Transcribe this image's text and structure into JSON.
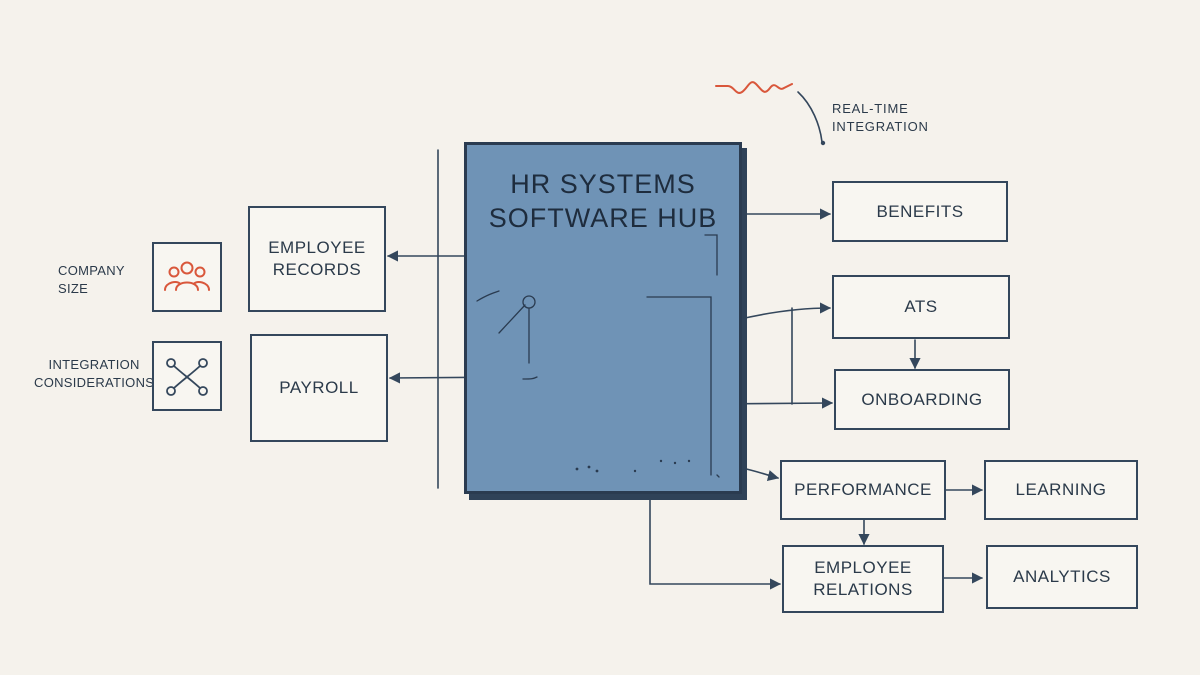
{
  "hub": {
    "title": "HR SYSTEMS\nSOFTWARE HUB"
  },
  "note": {
    "text": "REAL-TIME\nINTEGRATION"
  },
  "left_labels": {
    "company_size": "COMPANY\nSIZE",
    "integration": "INTEGRATION\nCONSIDERATIONS"
  },
  "modules": {
    "employee_records": "EMPLOYEE\nRECORDS",
    "payroll": "PAYROLL",
    "benefits": "BENEFITS",
    "ats": "ATS",
    "onboarding": "ONBOARDING",
    "performance": "PERFORMANCE",
    "learning": "LEARNING",
    "employee_relations": "EMPLOYEE\nRELATIONS",
    "analytics": "ANALYTICS"
  },
  "icons": {
    "company_size": "people-group-icon",
    "integration": "connector-cross-icon"
  },
  "colors": {
    "hub_fill": "#6f93b6",
    "stroke": "#34475c",
    "accent": "#d9573b",
    "background": "#f5f2ec"
  }
}
